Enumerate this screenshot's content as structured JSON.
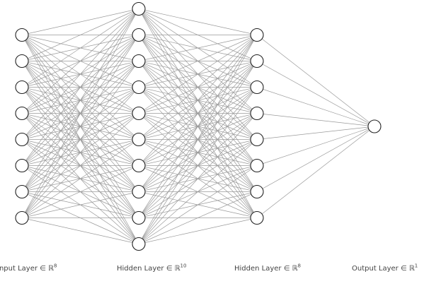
{
  "layers": [
    {
      "label": "Input Layer ∈ ℝ",
      "dim": "8",
      "neurons": 8
    },
    {
      "label": "Hidden Layer ∈ ℝ",
      "dim": "10",
      "neurons": 10
    },
    {
      "label": "Hidden Layer ∈ ℝ",
      "dim": "8",
      "neurons": 8
    },
    {
      "label": "Output Layer ∈ ℝ",
      "dim": "1",
      "neurons": 1
    }
  ],
  "colors": {
    "edge": "#9a9a9a",
    "node_stroke": "#222222",
    "node_fill": "#ffffff",
    "label": "#444444"
  }
}
